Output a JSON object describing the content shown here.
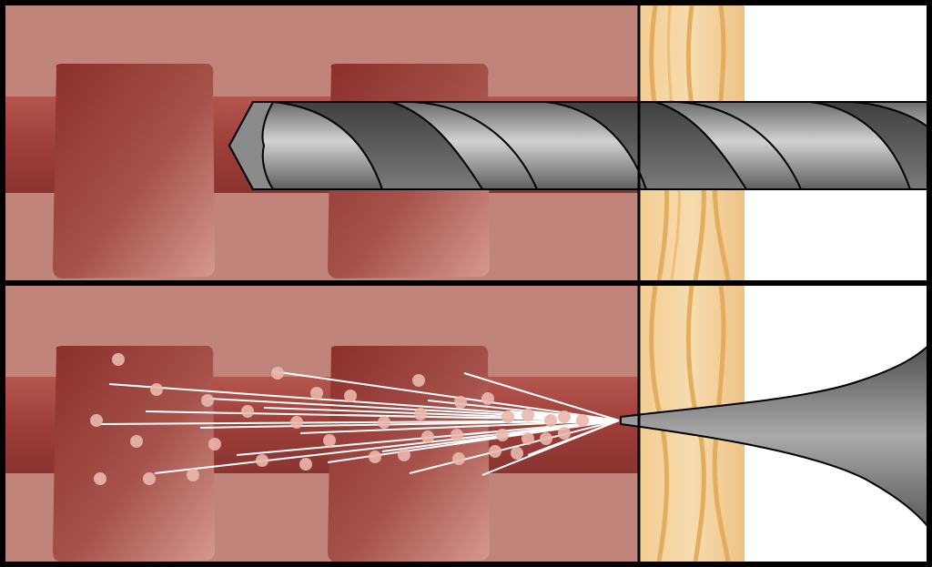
{
  "diagram": {
    "panels": [
      {
        "id": "top",
        "step": "drill-hole",
        "tool": "drill-bit"
      },
      {
        "id": "bottom",
        "step": "inject-material",
        "tool": "injection-nozzle"
      }
    ],
    "materials": {
      "wall_cavity": "brick-wall",
      "wood_layer": "wood-stud",
      "exterior": "open-space"
    },
    "colors": {
      "outline": "#000000",
      "wall": "#c0847a",
      "brick_dark": "#8c2f2c",
      "brick_mid": "#a6524b",
      "channel": "#9e3e39",
      "wood_light": "#f7d9a8",
      "wood_grain": "#e8b66a",
      "drill_light": "#c9c9c9",
      "drill_dark": "#5f5f5f",
      "nozzle_light": "#a8a8a8",
      "nozzle_dark": "#5a5a5a",
      "spray_line": "#ffffff",
      "spray_dot": "#e9b8ad",
      "background": "#ffffff"
    }
  }
}
